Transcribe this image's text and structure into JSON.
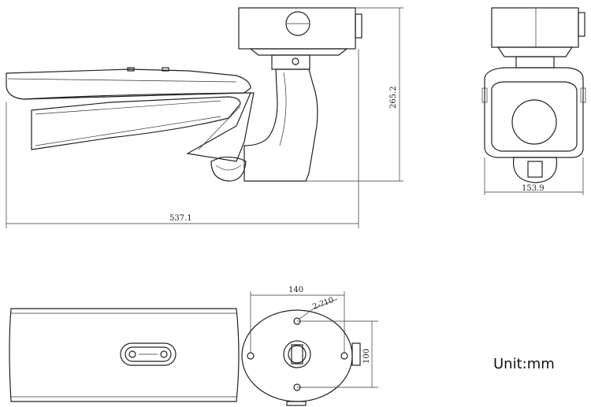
{
  "dimensions": {
    "side_length": "537.1",
    "side_height": "265.2",
    "front_width": "153.9",
    "base_width": "140",
    "base_depth": "100",
    "hole_spec": "2-?10"
  },
  "unit_label": "Unit:mm"
}
